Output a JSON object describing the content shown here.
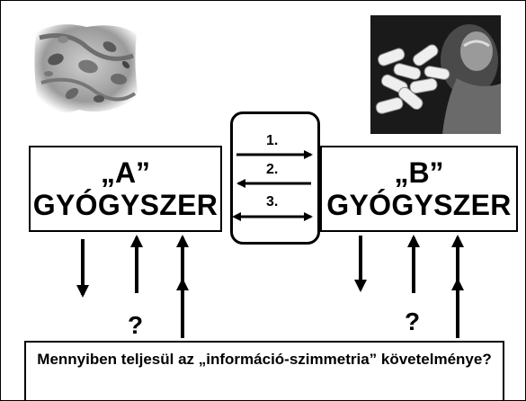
{
  "drug_a": {
    "line1": "„A”",
    "line2": "GYÓGYSZER"
  },
  "drug_b": {
    "line1": "„B”",
    "line2": "GYÓGYSZER"
  },
  "channels": [
    "1.",
    "2.",
    "3."
  ],
  "question_marks": [
    "?",
    "?"
  ],
  "question": "Mennyiben teljesül az „információ-szimmetria” követelménye?",
  "images": {
    "left": "blood-cells-image",
    "right": "pills-and-sleeping-man-image"
  }
}
